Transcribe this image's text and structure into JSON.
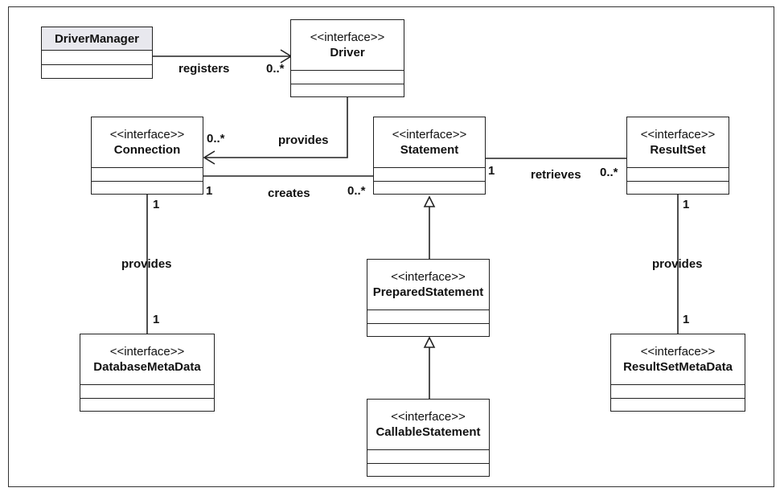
{
  "classes": {
    "driver_manager": {
      "name": "DriverManager"
    },
    "driver": {
      "stereotype": "<<interface>>",
      "name": "Driver"
    },
    "connection": {
      "stereotype": "<<interface>>",
      "name": "Connection"
    },
    "statement": {
      "stereotype": "<<interface>>",
      "name": "Statement"
    },
    "result_set": {
      "stereotype": "<<interface>>",
      "name": "ResultSet"
    },
    "prepared_statement": {
      "stereotype": "<<interface>>",
      "name": "PreparedStatement"
    },
    "database_meta_data": {
      "stereotype": "<<interface>>",
      "name": "DatabaseMetaData"
    },
    "callable_statement": {
      "stereotype": "<<interface>>",
      "name": "CallableStatement"
    },
    "result_set_meta_data": {
      "stereotype": "<<interface>>",
      "name": "ResultSetMetaData"
    }
  },
  "associations": {
    "registers": {
      "label": "registers",
      "target_mult": "0..*"
    },
    "driver_provides": {
      "label": "provides",
      "target_mult": "0..*"
    },
    "creates": {
      "label": "creates",
      "source_mult": "1",
      "target_mult": "0..*"
    },
    "retrieves": {
      "label": "retrieves",
      "source_mult": "1",
      "target_mult": "0..*"
    },
    "conn_provides": {
      "label": "provides",
      "source_mult": "1",
      "target_mult": "1"
    },
    "rs_provides": {
      "label": "provides",
      "source_mult": "1",
      "target_mult": "1"
    }
  }
}
